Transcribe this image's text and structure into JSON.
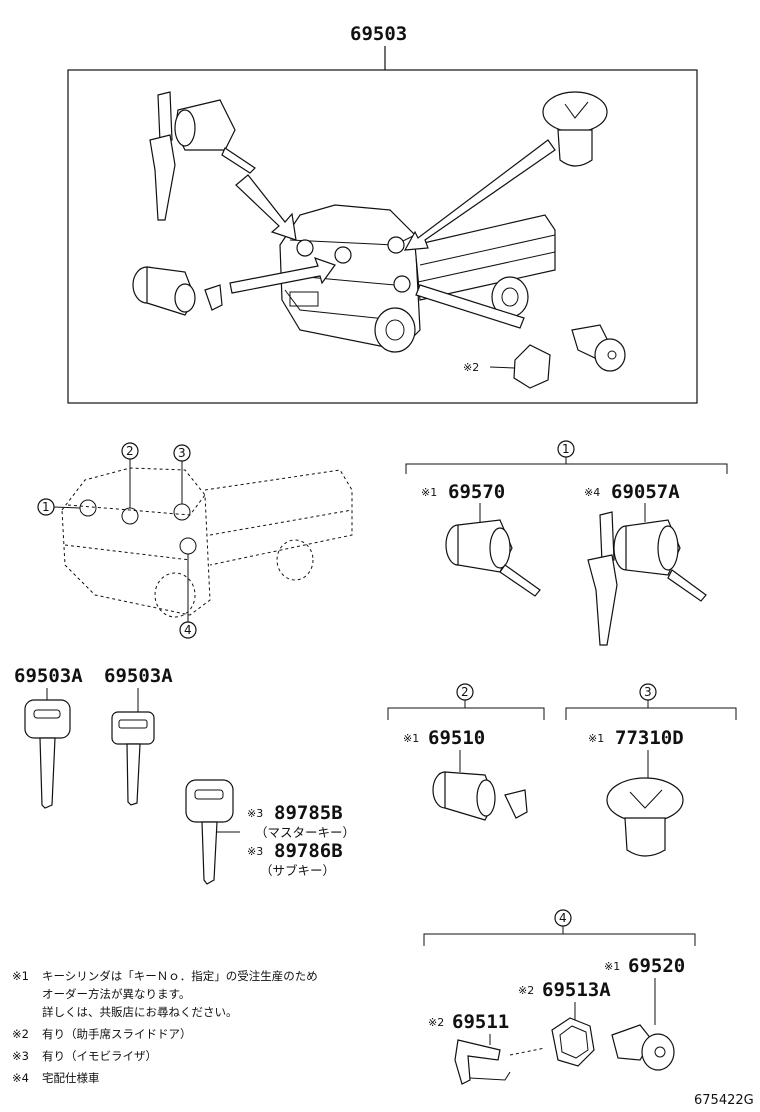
{
  "assembly": {
    "part_number": "69503"
  },
  "top_box": {
    "note_marker": "※2"
  },
  "truck_callouts": [
    "1",
    "2",
    "3",
    "4"
  ],
  "group1": {
    "label": "1",
    "parts": [
      {
        "marker": "※1",
        "number": "69570"
      },
      {
        "marker": "※4",
        "number": "69057A"
      }
    ]
  },
  "group2": {
    "label": "2",
    "parts": [
      {
        "marker": "※1",
        "number": "69510"
      }
    ]
  },
  "group3": {
    "label": "3",
    "parts": [
      {
        "marker": "※1",
        "number": "77310D"
      }
    ]
  },
  "group4": {
    "label": "4",
    "parts": [
      {
        "marker": "※1",
        "number": "69520"
      },
      {
        "marker": "※2",
        "number": "69513A"
      },
      {
        "marker": "※2",
        "number": "69511"
      }
    ]
  },
  "keys": {
    "left": "69503A",
    "right": "69503A",
    "master": {
      "marker": "※3",
      "number": "89785B",
      "desc": "（マスターキー）"
    },
    "sub": {
      "marker": "※3",
      "number": "89786B",
      "desc": "（サブキー）"
    }
  },
  "notes": [
    {
      "marker": "※1",
      "lines": [
        "キーシリンダは「キーＮｏ．指定」の受注生産のため",
        "オーダー方法が異なります。",
        "詳しくは、共販店にお尋ねください。"
      ]
    },
    {
      "marker": "※2",
      "lines": [
        "有り（助手席スライドドア）"
      ]
    },
    {
      "marker": "※3",
      "lines": [
        "有り（イモビライザ）"
      ]
    },
    {
      "marker": "※4",
      "lines": [
        "宅配仕様車"
      ]
    }
  ],
  "diagram_code": "675422G"
}
